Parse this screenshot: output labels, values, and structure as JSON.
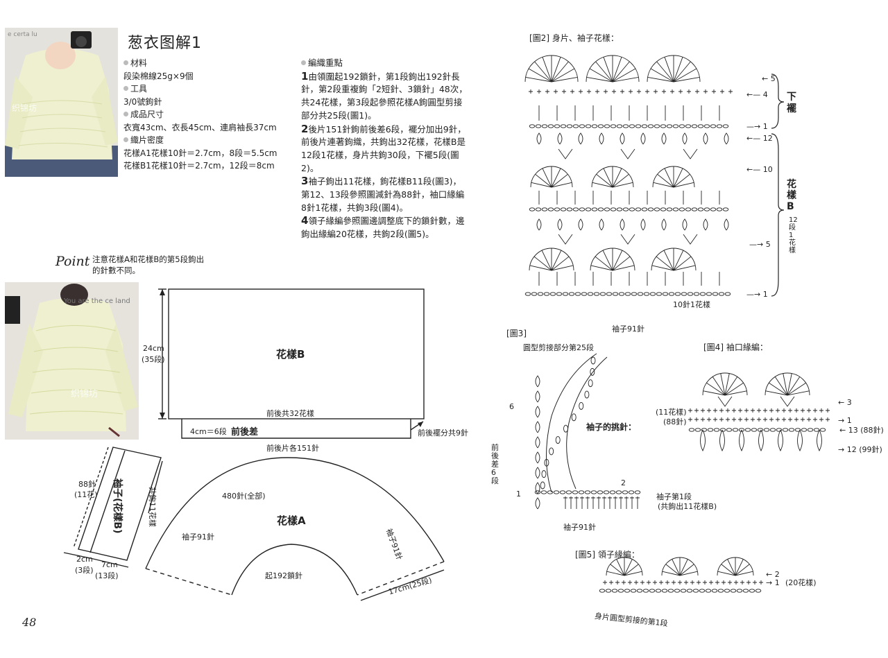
{
  "page": {
    "title": "葱衣图解1",
    "page_number": "48"
  },
  "photo1": {
    "watermark": "织锦坊",
    "wall_text": "e certa lu"
  },
  "photo2": {
    "watermark": "织锦坊",
    "wall_text": "You are the ce land"
  },
  "info": {
    "material_label": "材料",
    "material_value": "段染棉線25g×9個",
    "tool_label": "工具",
    "tool_value": "3/0號鉤針",
    "size_label": "成品尺寸",
    "size_value": "衣寬43cm、衣長45cm、連肩袖長37cm",
    "density_label": "織片密度",
    "density_a": "花樣A1花樣10針＝2.7cm，8段＝5.5cm",
    "density_b": "花樣B1花樣10針＝2.7cm，12段＝8cm"
  },
  "notes": {
    "heading": "編織重點",
    "items": [
      {
        "num": "1",
        "text": "由領圍起192鎖針，第1段鉤出192針長針，第2段重複鉤「2短針、3鎖針」48次，共24花樣，第3段起參照花樣A鉤圓型剪接部分共25段(圖1)。"
      },
      {
        "num": "2",
        "text": "後片151針鉤前後差6段，襬分加出9針，前後片連著鉤織，共鉤出32花樣，花樣B是12段1花樣，身片共鉤30段，下襬5段(圖2)。"
      },
      {
        "num": "3",
        "text": "袖子鉤出11花樣，鉤花樣B11段(圖3)，第12、13段參照圖減針為88針，袖口緣編8針1花樣，共鉤3段(圖4)。"
      },
      {
        "num": "4",
        "text": "領子緣編參照圖邊調整底下的鎖針數，邊鉤出緣編20花樣，共鉤2段(圖5)。"
      }
    ]
  },
  "point": {
    "word": "Point",
    "text1": "注意花樣A和花樣B的第5段鉤出",
    "text2": "的針數不同。"
  },
  "schematic": {
    "body_label": "花樣B",
    "body_height": "24cm",
    "body_rows": "(35段)",
    "body_bottom": "前後共32花樣",
    "diff_label": "前後差",
    "diff_size": "4cm＝6段",
    "hem_add": "前後襬分共9針",
    "pieces": "前後片各151針",
    "yoke_label": "花樣A",
    "yoke_stitches": "480針(全部)",
    "yoke_sleeve_left": "袖子91針",
    "yoke_sleeve_right": "袖子91針",
    "yoke_start": "起192鎖針",
    "yoke_width": "17cm(25段)",
    "sleeve_label": "袖子(花樣B)",
    "sleeve_rows": "共鉤11花樣",
    "sleeve_stitch": "88針",
    "sleeve_pattern": "(11花)",
    "sleeve_cuff": "2cm",
    "sleeve_cuff_rows": "(3段)",
    "sleeve_width": "7cm",
    "sleeve_width_rows": "(13段)"
  },
  "fig2": {
    "title": "[圖2] 身片、袖子花樣：",
    "rows": [
      "5",
      "4",
      "1",
      "12",
      "10",
      "5",
      "1"
    ],
    "hem_label": "下襬",
    "pattern_label": "花樣B",
    "pattern_sub": "12段1花樣",
    "repeat": "10針1花樣"
  },
  "fig3": {
    "title": "[圖3]",
    "top_label": "袖子91針",
    "round_label": "圓型剪接部分第25段",
    "pickup": "袖子的挑針：",
    "diff_label": "前後差6段",
    "row2": "2",
    "row1": "1",
    "sleeve_row1": "袖子第1段",
    "sleeve_row1_sub": "(共鉤出11花樣B)",
    "bottom_label": "袖子91針",
    "row6": "6"
  },
  "fig4": {
    "title": "[圖4] 袖口緣編：",
    "left1": "(11花樣)",
    "left2": "(88針)",
    "row3": "3",
    "row1": "1",
    "row13": "13",
    "row13_count": "(88針)",
    "row12": "12",
    "row12_count": "(99針)"
  },
  "fig5": {
    "title": "[圖5] 領子緣編：",
    "row2": "2",
    "row1": "1",
    "count": "(20花樣)",
    "bottom": "身片圓型剪接的第1段"
  },
  "colors": {
    "ink": "#222222",
    "photo_knit": "#e9ecc8",
    "photo_skirt": "#4a5a78"
  }
}
